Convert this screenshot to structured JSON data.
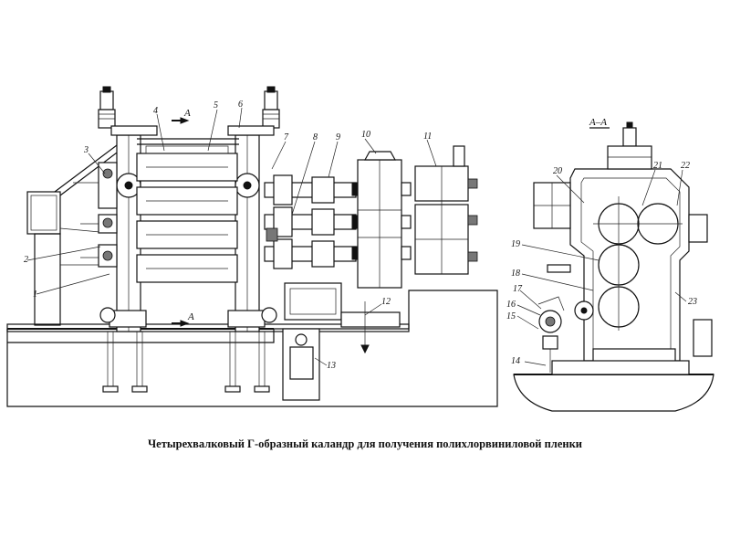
{
  "caption": "Четырехвалковый Г-образный каландр для получения полихлорвиниловой пленки",
  "section_labels": {
    "front_cut": "A",
    "side_view": "A–A"
  },
  "callouts": [
    "1",
    "2",
    "3",
    "4",
    "5",
    "6",
    "7",
    "8",
    "9",
    "10",
    "11",
    "12",
    "13",
    "14",
    "15",
    "16",
    "17",
    "18",
    "19",
    "20",
    "21",
    "22",
    "23"
  ],
  "colors": {
    "ink": "#111111",
    "background": "#ffffff"
  }
}
